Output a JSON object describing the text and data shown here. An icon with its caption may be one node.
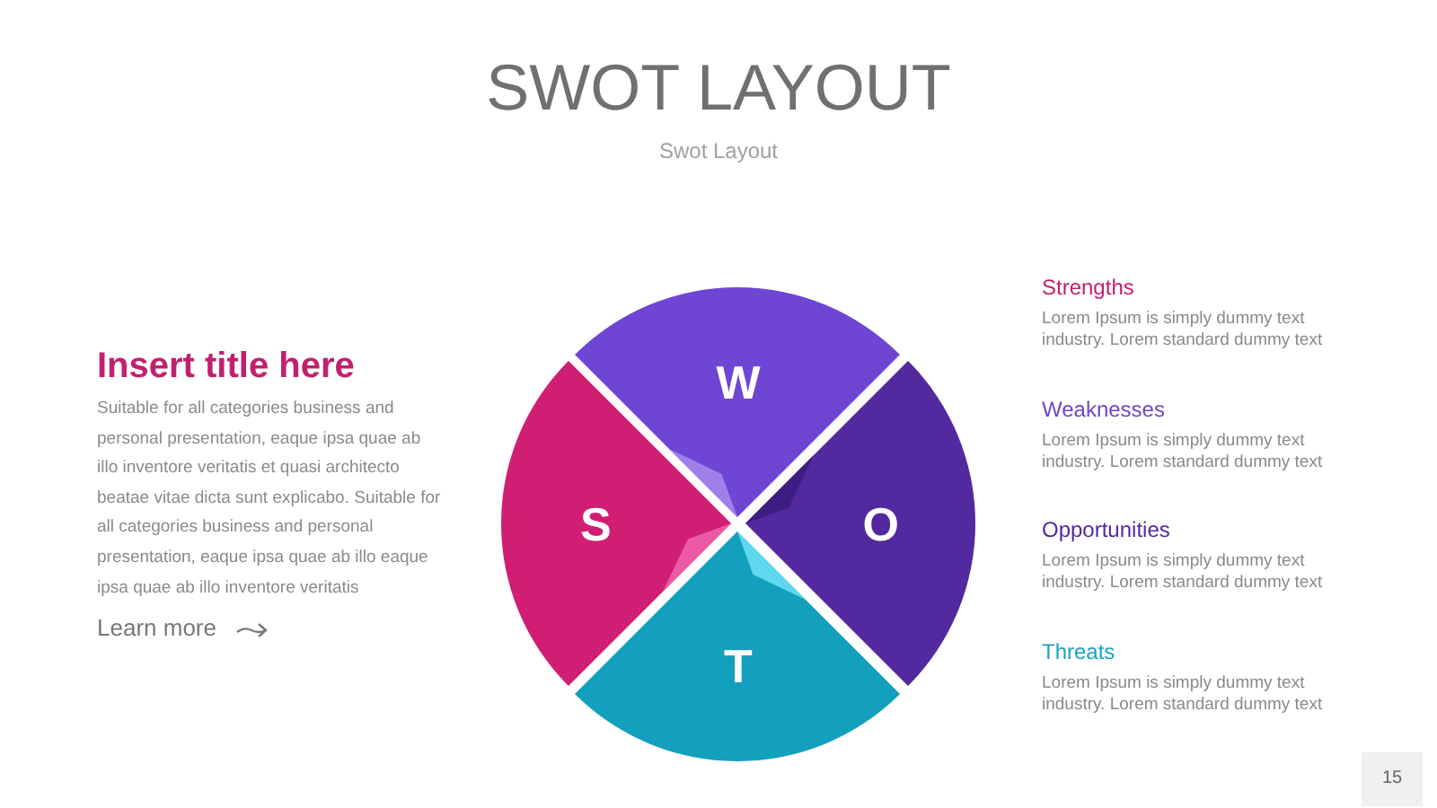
{
  "diagram": {
    "title": "SWOT LAYOUT",
    "nodes": [
      {
        "text": [
          "W"
        ]
      },
      {
        "text": [
          "S"
        ]
      },
      {
        "text": [
          "O"
        ]
      },
      {
        "text": [
          "T"
        ]
      }
    ],
    "labels": [
      "Swot Layout",
      "Insert title here",
      "Suitable for all categories business and personal presentation, eaque ipsa quae ab illo inventore veritatis et quasi architecto beatae vitae dicta sunt explicabo. Suitable for all categories business and personal presentation, eaque ipsa quae ab illo eaque ipsa quae ab illo inventore veritatis",
      "Learn more",
      "Strengths",
      "Lorem Ipsum is simply dummy text industry. Lorem standard dummy text",
      "Weaknesses",
      "Lorem Ipsum is simply dummy text industry. Lorem standard dummy text",
      "Opportunities",
      "Lorem Ipsum is simply dummy text industry. Lorem standard dummy text",
      "Threats",
      "Lorem Ipsum is simply dummy text industry. Lorem standard dummy text",
      "15"
    ]
  }
}
